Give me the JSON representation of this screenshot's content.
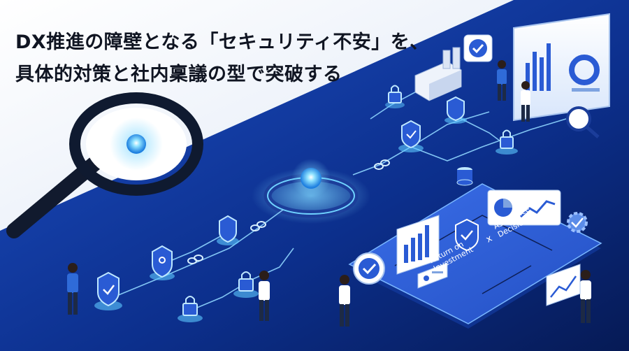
{
  "headline": {
    "line1": "DX推進の障壁となる「セキュリティ不安」を、",
    "line2": "具体的対策と社内稟議の型で突破する"
  },
  "platform": {
    "left_line1": "Return on",
    "left_line2": "Investment",
    "operator": "x",
    "right_line1": "Assurance",
    "right_line2": "Decision"
  },
  "colors": {
    "navy": "#0b2d84",
    "deep": "#071d5e",
    "accent_cyan": "#5ec8ff",
    "glow": "#7fd8ff",
    "white_area": "#f2f6fc"
  }
}
